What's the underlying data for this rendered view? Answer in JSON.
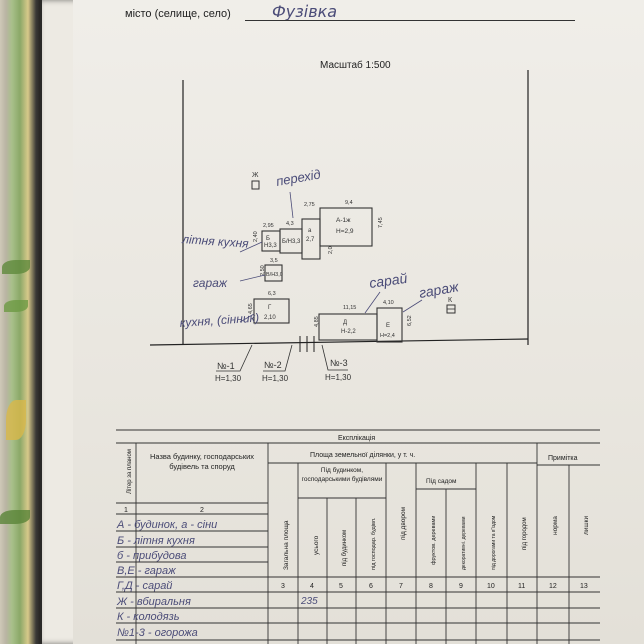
{
  "header": {
    "city_label": "місто (селище, село)",
    "city_value": "Фузівка"
  },
  "plan": {
    "scale": "Масштаб 1:500",
    "handwritten": {
      "perekhid": "перехід",
      "zh_mark": "Ж",
      "litnia_kukhnia": "літня кухня",
      "harazh_left": "гараж",
      "kukhnia_sinnyk": "кухня, (сінник)",
      "sarai": "сарай",
      "harazh_right": "гараж",
      "k_mark": "К"
    },
    "buildings": {
      "b_label": "Б",
      "b_h": "Н3,3",
      "b_top": "2,95",
      "b_side": "2,40",
      "v_label": "Б/Н3,3",
      "v_top": "4,3",
      "a_upper_label": "а",
      "a_upper_h": "2,7",
      "a_upper_top": "2,75",
      "a_main_label": "А-1ж",
      "a_main_h": "Н=2,9",
      "a_main_top": "9,4",
      "a_main_side": "7,45",
      "a_side2": "2,0",
      "ve_label": "В/Н3,0",
      "ve_top": "3,5",
      "ve_side": "2,50",
      "g_label": "Г",
      "g_h": "2,10",
      "g_top": "6,3",
      "g_side": "4,65",
      "d_label": "Д",
      "d_h": "Н-2,2",
      "d_top": "11,15",
      "d_side": "4,85",
      "e_label": "Е",
      "e_h": "Н=2,4",
      "e_top": "4,10",
      "e_side": "6,52"
    },
    "fences": [
      {
        "no": "№-1",
        "h": "Н=1,30"
      },
      {
        "no": "№-2",
        "h": "Н=1,30"
      },
      {
        "no": "№-3",
        "h": "Н=1,30"
      }
    ]
  },
  "table": {
    "title": "Експлікація",
    "col_letter": "Літер за планом",
    "col_name": "Назва будинку, господарських будівель та споруд",
    "col_area": "Площа земельної ділянки, у т. ч.",
    "col_note": "Примітка",
    "col_total": "Загальна площа",
    "col_under_build": "Під будинком, господарськими будівлями",
    "col_total_all": "усього",
    "col_under_house": "під будинком",
    "col_under_outb": "під господар. будівл.",
    "col_yard": "під двором",
    "col_garden": "Під садом",
    "col_fruit": "фруктов. деревами",
    "col_decor": "декоративні. деревами",
    "col_roads": "під дорогами та в'їздом",
    "col_vegetable": "під городом",
    "col_norm": "норма",
    "col_extra": "лишки",
    "numbers": [
      "1",
      "2",
      "3",
      "4",
      "5",
      "6",
      "7",
      "8",
      "9",
      "10",
      "11",
      "12",
      "13"
    ],
    "rows": [
      "А - будинок, а - сіни",
      "Б - літня кухня",
      "б - прибудова",
      "В,Е - гараж",
      "Г,Д - сарай",
      "Ж - вбиральня",
      "К - колодязь",
      "№1-3 - огорожа"
    ],
    "area_value": "235"
  },
  "colors": {
    "ink": "#4b4c78",
    "print": "#222222",
    "paper": "#ede9e1"
  }
}
